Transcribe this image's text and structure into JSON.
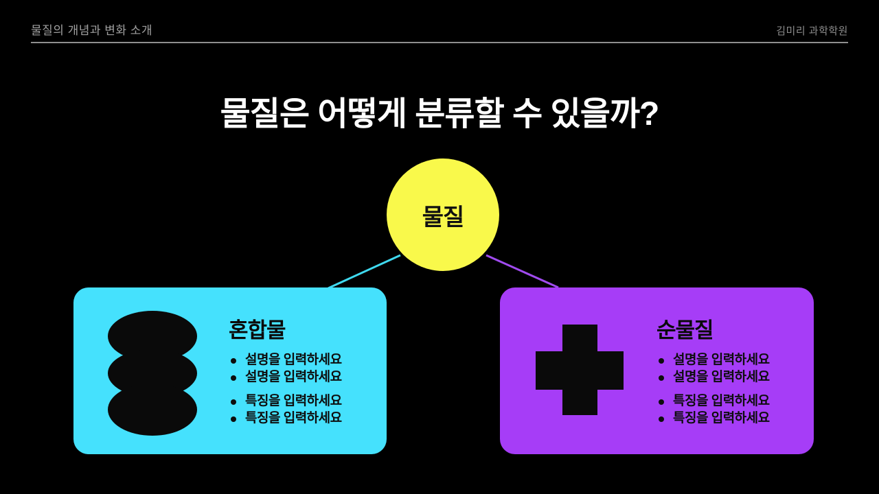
{
  "header": {
    "left": "물질의 개념과 변화 소개",
    "right": "김미리 과학학원"
  },
  "title": "물질은 어떻게 분류할 수 있을까?",
  "root": {
    "label": "물질",
    "color": "#f9f94b"
  },
  "branches": [
    {
      "label": "혼합물",
      "card_color": "#45e1fd",
      "line_color": "#3fd9ef",
      "icon": "stacked-stones-icon",
      "desc_bullets": [
        "설명을 입력하세요",
        "설명을 입력하세요"
      ],
      "feature_bullets": [
        "특징을 입력하세요",
        "특징을 입력하세요"
      ]
    },
    {
      "label": "순물질",
      "card_color": "#a63df7",
      "line_color": "#a04bef",
      "icon": "plus-icon",
      "desc_bullets": [
        "설명을 입력하세요",
        "설명을 입력하세요"
      ],
      "feature_bullets": [
        "특징을 입력하세요",
        "특징을 입력하세요"
      ]
    }
  ],
  "colors": {
    "background": "#000000",
    "header_text": "#a0a0a0",
    "divider": "#8f8f8f",
    "title_text": "#ffffff",
    "card_text": "#0a0a0a"
  }
}
